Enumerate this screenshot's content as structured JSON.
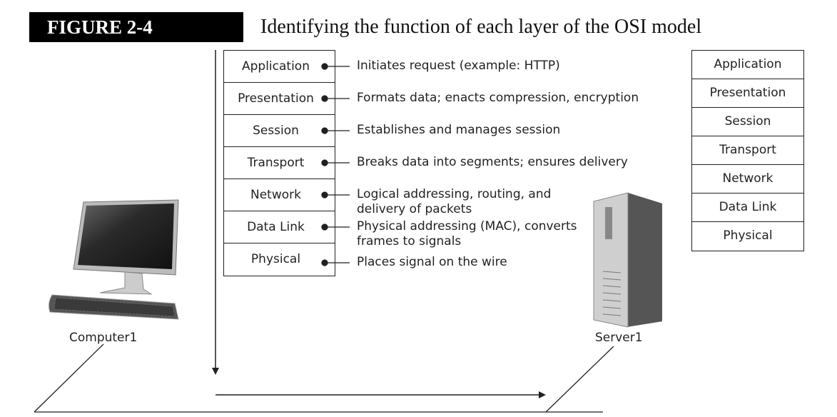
{
  "figure": {
    "label": "FIGURE 2-4",
    "title": "Identifying the function of each layer of the OSI model"
  },
  "left_layers": [
    {
      "name": "Application",
      "desc": "Initiates request (example: HTTP)"
    },
    {
      "name": "Presentation",
      "desc": "Formats data; enacts compression, encryption"
    },
    {
      "name": "Session",
      "desc": "Establishes and manages session"
    },
    {
      "name": "Transport",
      "desc": "Breaks data into segments; ensures delivery"
    },
    {
      "name": "Network",
      "desc": "Logical addressing, routing, and\ndelivery of packets"
    },
    {
      "name": "Data Link",
      "desc": "Physical addressing (MAC), converts\nframes to signals"
    },
    {
      "name": "Physical",
      "desc": "Places signal on the wire"
    }
  ],
  "right_layers": [
    "Application",
    "Presentation",
    "Session",
    "Transport",
    "Network",
    "Data Link",
    "Physical"
  ],
  "devices": {
    "client": "Computer1",
    "server": "Server1"
  }
}
